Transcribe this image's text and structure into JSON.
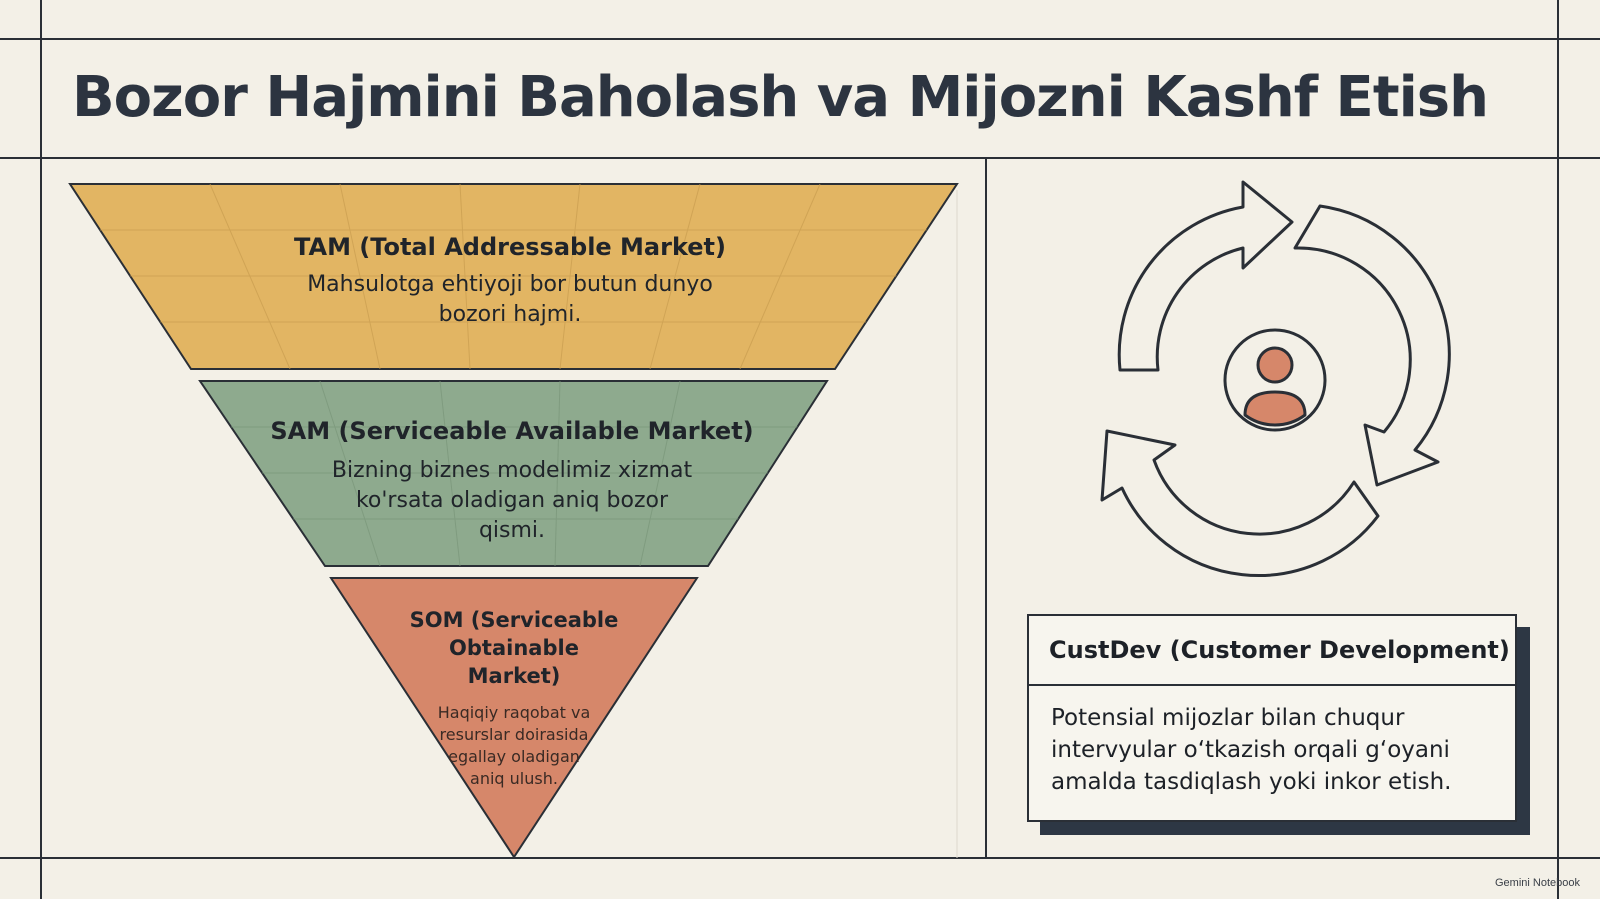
{
  "title": "Bozor Hajmini Baholash va Mijozni Kashf Etish",
  "funnel": {
    "layers": [
      {
        "id": "tam",
        "title": "TAM (Total Addressable Market)",
        "description": "Mahsulotga ehtiyoji bor butun dunyo bozori hajmi.",
        "color": "#e2b563"
      },
      {
        "id": "sam",
        "title": "SAM (Serviceable Available Market)",
        "description": "Bizning biznes modelimiz xizmat ko'rsata oladigan aniq bozor qismi.",
        "color": "#8eaa8e"
      },
      {
        "id": "som",
        "title": "SOM (Serviceable Obtainable Market)",
        "description": "Haqiqiy raqobat va resurslar doirasida egallay oladigan aniq ulush.",
        "color": "#d6876a"
      }
    ]
  },
  "custdev": {
    "title": "CustDev (Customer Development)",
    "body": "Potensial mijozlar bilan chuqur intervyular o‘tkazish orqali g‘oyani amalda tasdiqlash yoki inkor etish."
  },
  "icons": {
    "cycle": "cycle-arrows-icon",
    "person": "person-icon",
    "person_color": "#d6876a"
  },
  "watermark": "Gemini Notebook"
}
